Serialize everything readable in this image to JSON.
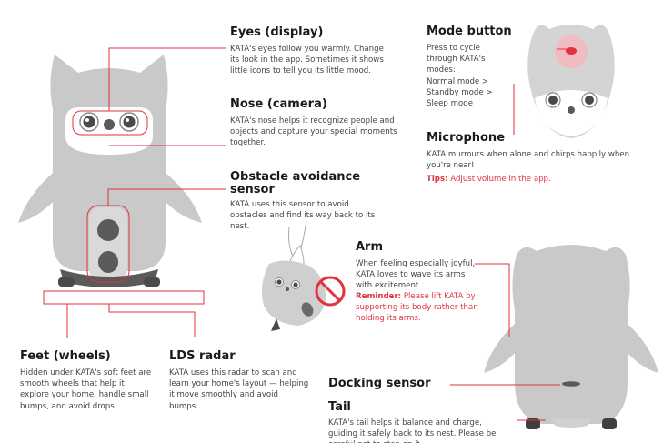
{
  "colors": {
    "accent": "#e0323f",
    "body_gray": "#c9c9c9",
    "face_white": "#ffffff",
    "dark_gray": "#5a5a5a"
  },
  "eyes": {
    "title": "Eyes (display)",
    "text": "KATA's eyes follow you warmly. Change its look in the app. Sometimes it shows little icons to tell you its little mood."
  },
  "nose": {
    "title": "Nose (camera)",
    "text": "KATA's nose helps it recognize people and objects and capture your special moments together."
  },
  "obstacle": {
    "title_line1": "Obstacle avoidance",
    "title_line2": "sensor",
    "text": "KATA uses this sensor to avoid obstacles and find its way back to its nest."
  },
  "feet": {
    "title": "Feet (wheels)",
    "text": "Hidden under KATA's soft feet are smooth wheels that help it explore your home, handle small bumps, and avoid drops."
  },
  "lds": {
    "title": "LDS radar",
    "text": "KATA uses this radar to scan and learn your home's layout — helping it move smoothly and avoid bumps."
  },
  "mode": {
    "title": "Mode button",
    "line1": "Press to cycle",
    "line2": "through KATA's",
    "line3": "modes:",
    "line4": "Normal mode >",
    "line5": "Standby mode >",
    "line6": "Sleep mode"
  },
  "mic": {
    "title": "Microphone",
    "text": "KATA murmurs when alone and chirps happily when you're near!",
    "tip_label": "Tips:",
    "tip_text": "Adjust volume in the app."
  },
  "arm": {
    "title": "Arm",
    "text": "When feeling especially joyful, KATA loves to wave its arms with excitement.",
    "reminder_label": "Reminder:",
    "reminder_text": "Please lift KATA by supporting its body rather than holding its arms."
  },
  "docking": {
    "title": "Docking sensor"
  },
  "tail": {
    "title": "Tail",
    "text": "KATA's tail helps it balance and charge, guiding it safely back to its nest. Please be careful not to step on it."
  }
}
